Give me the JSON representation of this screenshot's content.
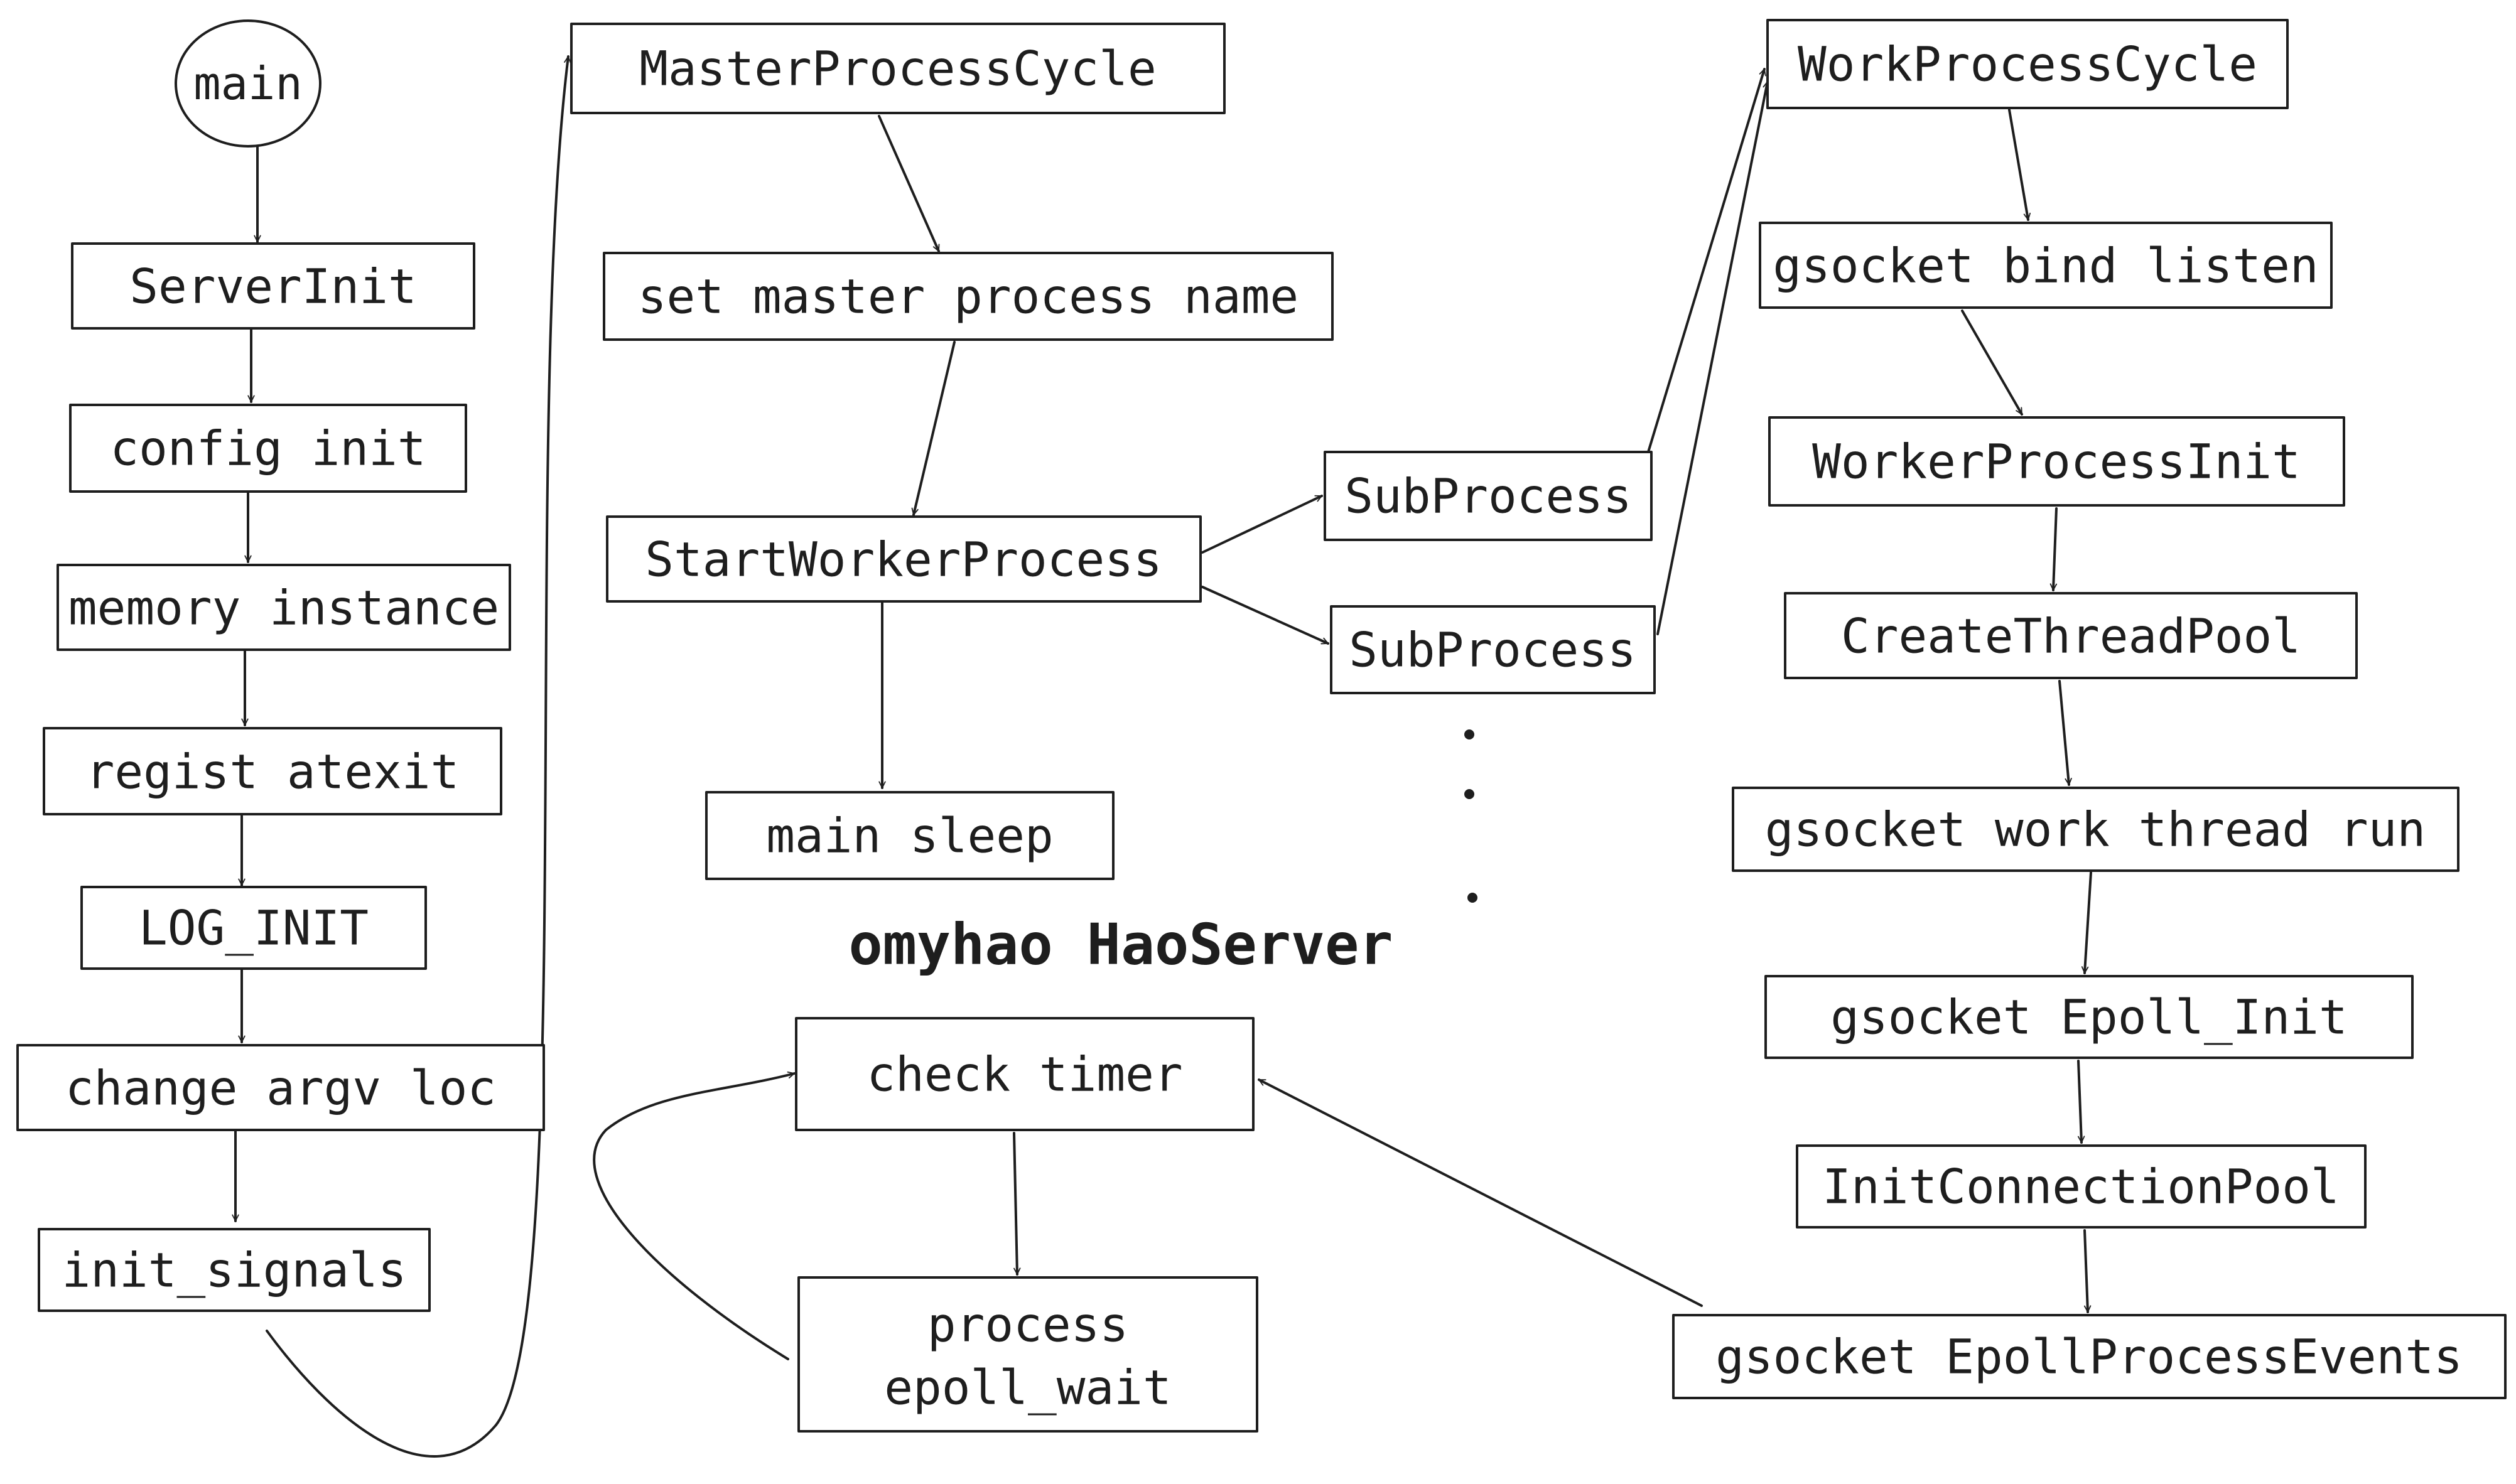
{
  "nodes": {
    "main": "main",
    "server_init": "ServerInit",
    "config_init": "config init",
    "memory_instance": "memory instance",
    "regist_atexit": "regist atexit",
    "log_init": "LOG_INIT",
    "change_argv_loc": "change argv loc",
    "init_signals": "init_signals",
    "master_process_cycle": "MasterProcessCycle",
    "set_master_process_name": "set master process name",
    "start_worker_process": "StartWorkerProcess",
    "main_sleep": "main sleep",
    "subprocess_1": "SubProcess",
    "subprocess_2": "SubProcess",
    "check_timer": "check timer",
    "process_epoll_wait_line1": "process",
    "process_epoll_wait_line2": "epoll_wait",
    "work_process_cycle": "WorkProcessCycle",
    "gsocket_bind_listen": "gsocket bind listen",
    "worker_process_init": "WorkerProcessInit",
    "create_thread_pool": "CreateThreadPool",
    "gsocket_work_thread_run": "gsocket work thread run",
    "gsocket_epoll_init": "gsocket Epoll_Init",
    "init_connection_pool": "InitConnectionPool",
    "gsocket_epoll_process_events": "gsocket EpollProcessEvents"
  },
  "brand": {
    "text": "omyhao HaoServer",
    "color": "#e0531e"
  }
}
